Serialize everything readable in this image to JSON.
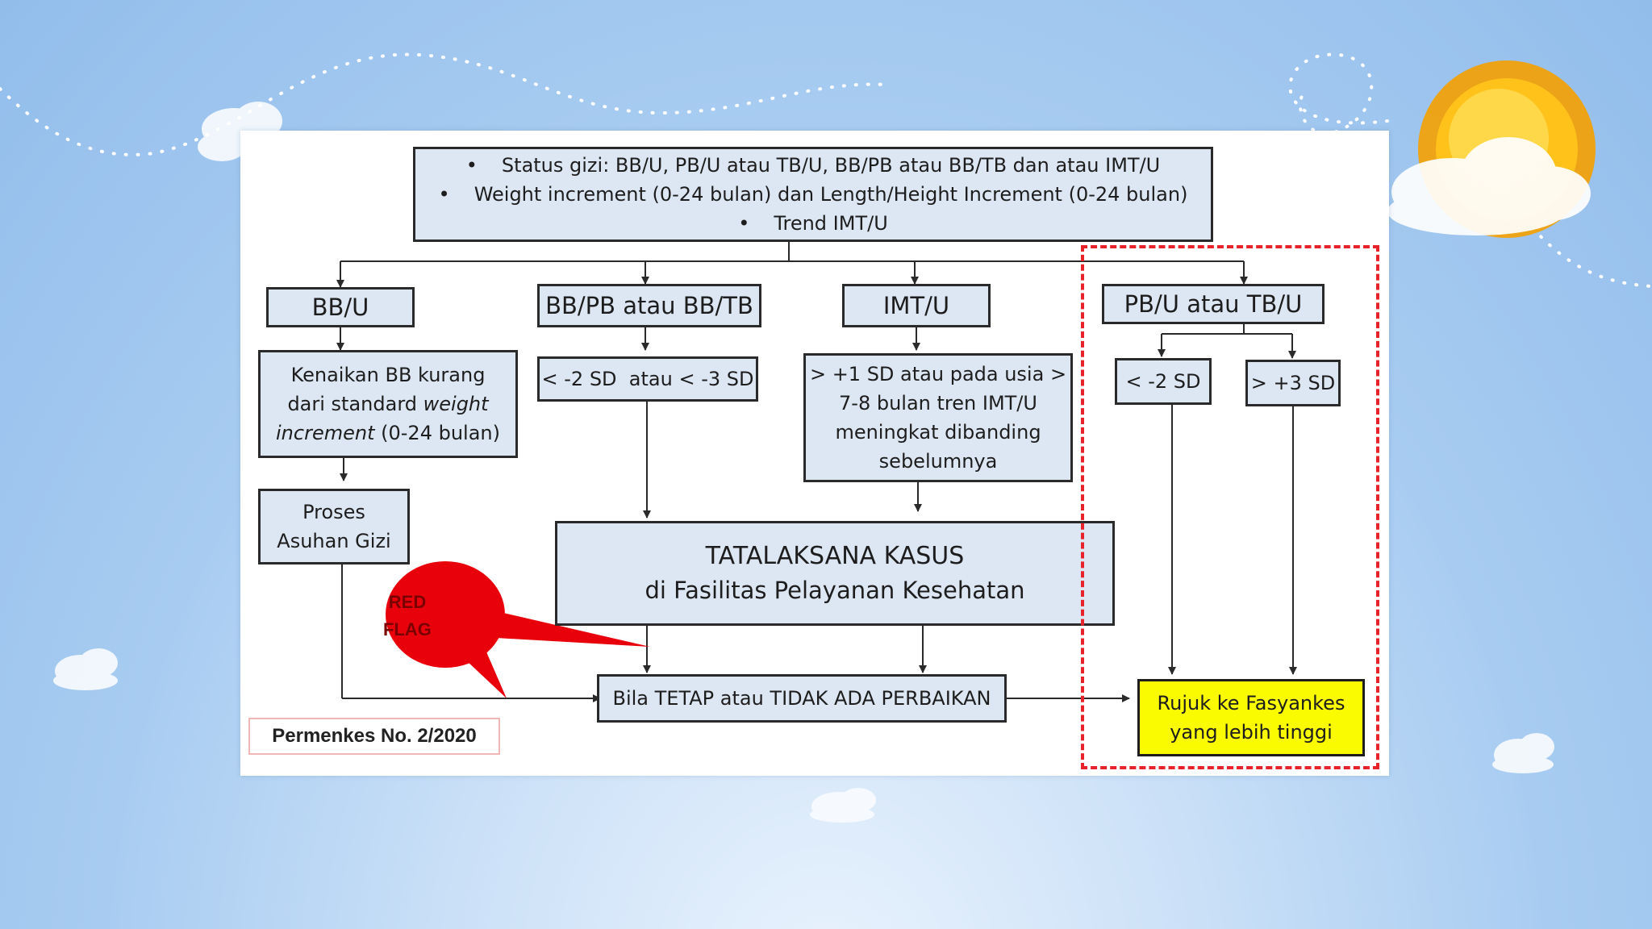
{
  "diagram": {
    "status_box": {
      "bullets": [
        "Status gizi: BB/U, PB/U atau TB/U, BB/PB atau BB/TB dan atau IMT/U",
        "Weight increment (0-24 bulan) dan Length/Height Increment (0-24 bulan)",
        "Trend IMT/U"
      ]
    },
    "columns": {
      "bbu": {
        "header": "BB/U",
        "criteria_parts": [
          "Kenaikan BB kurang dari standard ",
          "weight increment",
          " (0-24 bulan)"
        ],
        "action_line1": "Proses",
        "action_line2": "Asuhan Gizi"
      },
      "bbpb": {
        "header": "BB/PB atau BB/TB",
        "criteria": "< -2 SD  atau < -3 SD"
      },
      "imtu": {
        "header": "IMT/U",
        "criteria_lines": [
          "> +1 SD atau pada usia >",
          "7-8 bulan tren IMT/U",
          "meningkat dibanding",
          "sebelumnya"
        ]
      },
      "pbu": {
        "header": "PB/U atau TB/U",
        "left_criteria": "< -2 SD",
        "right_criteria": "> +3 SD"
      }
    },
    "tatalaksana": {
      "line1": "TATALAKSANA KASUS",
      "line2": "di Fasilitas Pelayanan Kesehatan"
    },
    "outcome": "Bila TETAP atau TIDAK ADA PERBAIKAN",
    "referral": {
      "line1": "Rujuk ke Fasyankes",
      "line2": "yang lebih tinggi"
    },
    "red_flag": {
      "line1": "RED",
      "line2": "FLAG"
    },
    "reference": "Permenkes No. 2/2020"
  },
  "colors": {
    "box_fill": "#dde7f3",
    "referral_fill": "#fafa00",
    "red_flag": "#e8000b",
    "dashed_outline": "#e8222a"
  }
}
